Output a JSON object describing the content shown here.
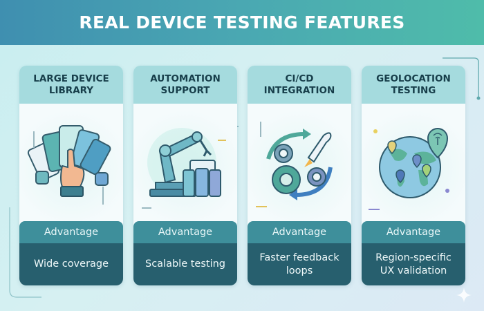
{
  "banner": {
    "title": "REAL DEVICE TESTING FEATURES"
  },
  "colors": {
    "banner_start": "#3f8fb0",
    "banner_end": "#4fbcaa",
    "card_header": "#a5dbde",
    "advantage_label_bg": "#3e8f9b",
    "advantage_value_bg": "#275f6e",
    "title_text": "#173e4a"
  },
  "cards": [
    {
      "title": "LARGE DEVICE\nLIBRARY",
      "icon": "hand-holding-devices-icon",
      "advantage_label": "Advantage",
      "advantage_value": "Wide coverage"
    },
    {
      "title": "AUTOMATION\nSUPPORT",
      "icon": "robotic-arm-devices-icon",
      "advantage_label": "Advantage",
      "advantage_value": "Scalable testing"
    },
    {
      "title": "CI/CD\nINTEGRATION",
      "icon": "gears-rocket-cycle-icon",
      "advantage_label": "Advantage",
      "advantage_value": "Faster feedback\nloops"
    },
    {
      "title": "GEOLOCATION\nTESTING",
      "icon": "globe-location-pins-icon",
      "advantage_label": "Advantage",
      "advantage_value": "Region-specific\nUX validation"
    }
  ]
}
